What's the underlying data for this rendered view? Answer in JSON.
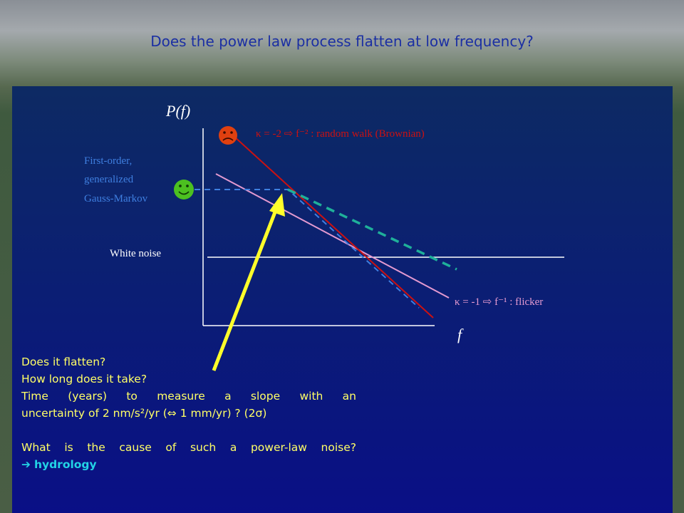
{
  "slide": {
    "title": "Does the power law process flatten at low frequency?"
  },
  "diagram": {
    "y_axis_label": "P(f)",
    "x_axis_label": "f",
    "random_walk_label": "κ = -2 ⇨ f⁻² : random walk (Brownian)",
    "flicker_label": "κ = -1 ⇨ f⁻¹ : flicker",
    "gauss_markov_label": [
      "First-order,",
      "generalized",
      "Gauss-Markov"
    ],
    "white_noise_label": "White noise",
    "sad_face_icon": "frowning-face-icon",
    "happy_face_icon": "smiling-face-icon",
    "colors": {
      "random_walk": "#cc1111",
      "flicker": "#e49ad0",
      "gauss_markov": "#3f7fe0",
      "dashed_green": "#1fb09a",
      "arrow": "#ffff2a",
      "sad_face": "#e04010",
      "happy_face": "#4cc020"
    }
  },
  "bottom": {
    "q1": "Does it flatten?",
    "q2": "How long does it take?",
    "q3_line1": "Time (years) to measure a slope with an",
    "q3_line2": "uncertainty of 2 nm/s²/yr (⇔ 1 mm/yr) ? (2σ)",
    "q4": "What is the cause of such a power-law noise?",
    "answer_arrow": "➔",
    "answer": "hydrology"
  }
}
